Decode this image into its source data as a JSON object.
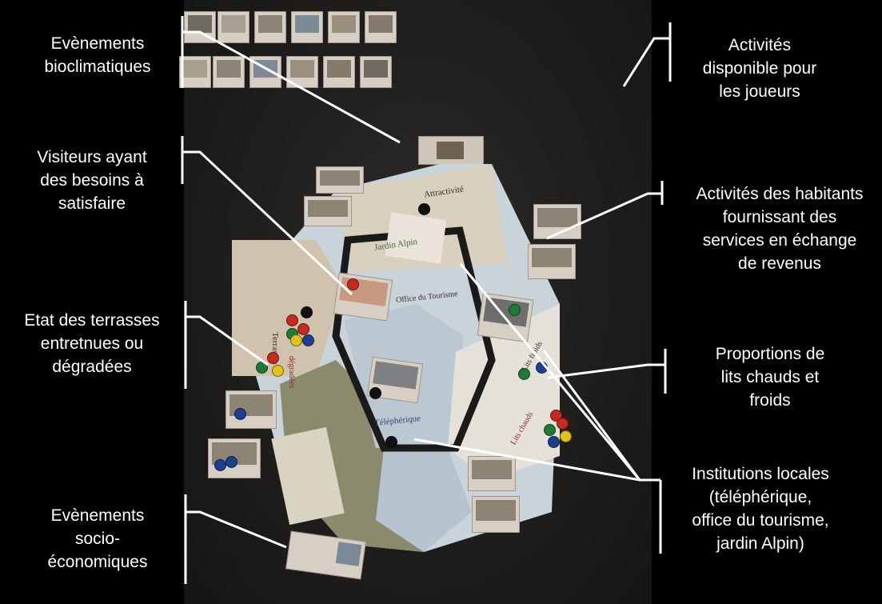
{
  "callouts": {
    "evenements_bioclimatiques": [
      "Evènements",
      "bioclimatiques"
    ],
    "visiteurs": [
      "Visiteurs ayant",
      "des besoins à",
      "satisfaire"
    ],
    "terrasses": [
      "Etat des terrasses",
      "entretnues ou",
      "dégradées"
    ],
    "evenements_socio": [
      "Evènements",
      "socio-",
      "économiques"
    ],
    "activites_joueurs": [
      "Activités",
      "disponible pour",
      "les joueurs"
    ],
    "activites_habitants": [
      "Activités des habitants",
      "fournissant des",
      "services en échange",
      "de revenus"
    ],
    "lits": [
      "Proportions de",
      "lits chauds et",
      "froids"
    ],
    "institutions": [
      "Institutions locales",
      "(téléphérique,",
      "office du tourisme,",
      "jardin Alpin)"
    ]
  },
  "board": {
    "attractivite": "Attractivité",
    "jardin_alpin": "Jardin Alpin",
    "office_du_tourisme": "Office du Tourisme",
    "terrasses": "Terrasses",
    "degradees": "dégradées",
    "telepherique": "Téléphérique",
    "lits_froids": "Lits froids",
    "lits_chauds": "Lits chauds"
  },
  "colors": {
    "background": "#000000",
    "callout_text": "#ffffff",
    "leader_line": "#ffffff",
    "pawn_red": "#c62a1f",
    "pawn_green": "#1f7a34",
    "pawn_blue": "#1d3f8f",
    "pawn_yellow": "#e2c21a",
    "pawn_black": "#111111"
  }
}
